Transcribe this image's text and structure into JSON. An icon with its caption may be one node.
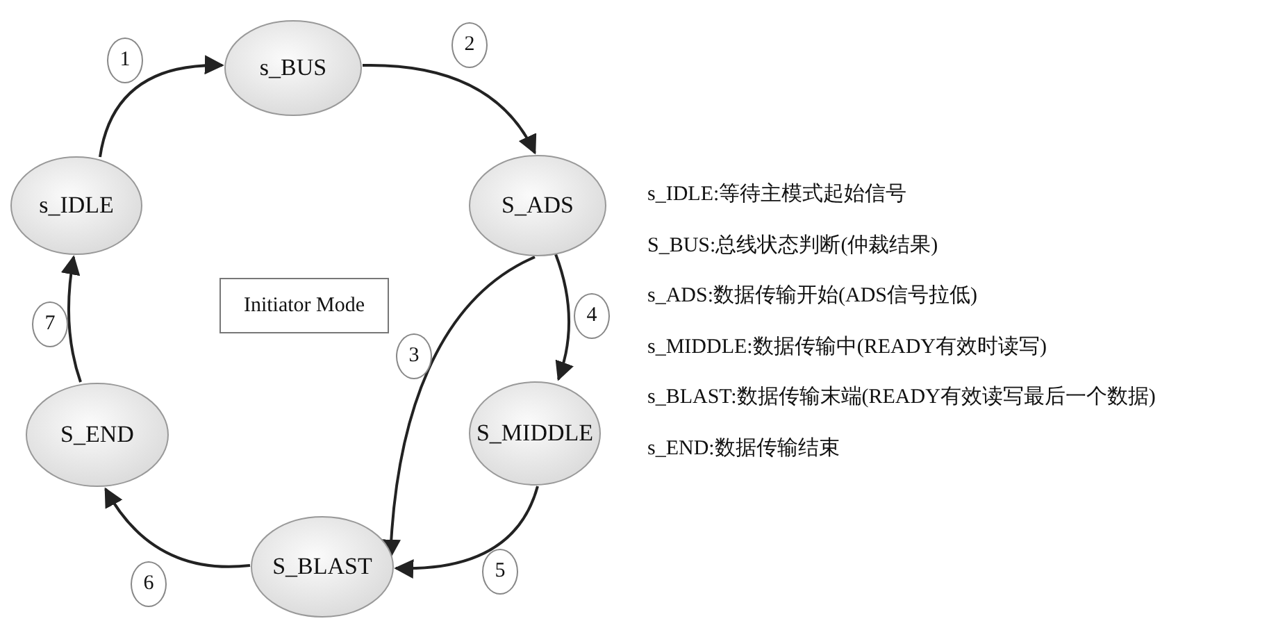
{
  "diagram": {
    "nodes": [
      {
        "text": [
          "s_IDLE"
        ]
      },
      {
        "text": [
          "s_BUS"
        ]
      },
      {
        "text": [
          "S_ADS"
        ]
      },
      {
        "text": [
          "S_MIDDLE"
        ]
      },
      {
        "text": [
          "S_BLAST"
        ]
      },
      {
        "text": [
          "S_END"
        ]
      },
      {
        "text": [
          "Initiator Mode"
        ]
      }
    ],
    "edges": [
      {
        "from": 0,
        "to": 1,
        "arrow": "to",
        "label": "1"
      },
      {
        "from": 1,
        "to": 2,
        "arrow": "to",
        "label": "2"
      },
      {
        "from": 2,
        "to": 4,
        "arrow": "to",
        "label": "3"
      },
      {
        "from": 2,
        "to": 3,
        "arrow": "to",
        "label": "4"
      },
      {
        "from": 3,
        "to": 4,
        "arrow": "to",
        "label": "5"
      },
      {
        "from": 4,
        "to": 5,
        "arrow": "to",
        "label": "6"
      },
      {
        "from": 5,
        "to": 0,
        "arrow": "to",
        "label": "7"
      }
    ],
    "labels": [
      "s_IDLE:等待主模式起始信号",
      "S_BUS:总线状态判断(仲裁结果)",
      "s_ADS:数据传输开始(ADS信号拉低)",
      "s_MIDDLE:数据传输中(READY有效时读写)",
      "s_BLAST:数据传输末端(READY有效读写最后一个数据)",
      "s_END:数据传输结束"
    ]
  }
}
